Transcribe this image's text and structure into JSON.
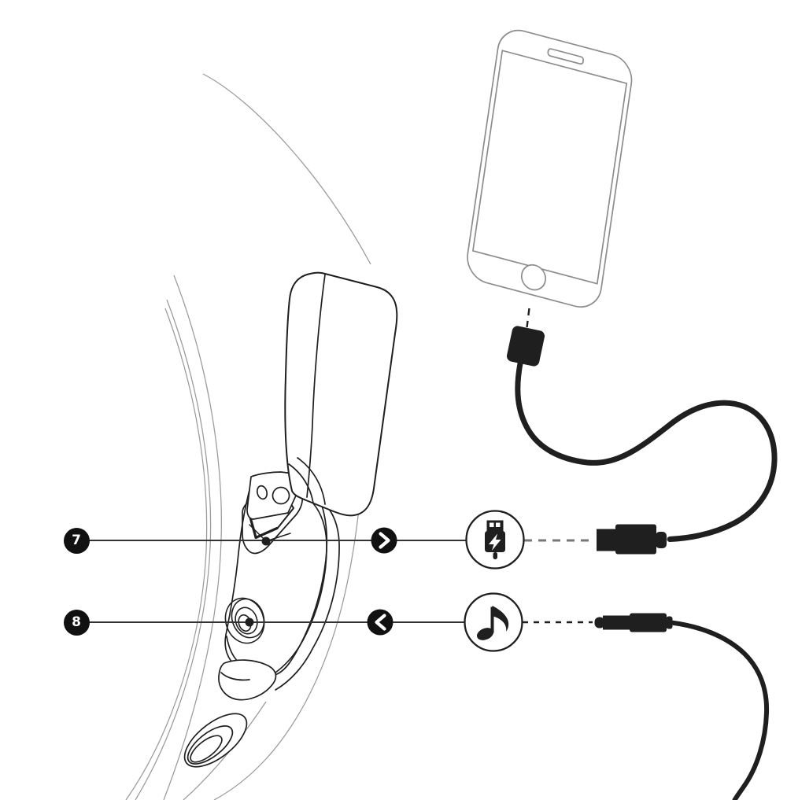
{
  "figure": {
    "type": "instruction-diagram",
    "background": "#ffffff",
    "callouts": [
      {
        "number": "7",
        "points_to": "usb-charging-port",
        "connector_icon": "usb-charge-icon",
        "plug_chevron": "right"
      },
      {
        "number": "8",
        "points_to": "audio-jack-port",
        "connector_icon": "music-note-icon",
        "plug_chevron": "left"
      }
    ],
    "icons": {
      "usb_charge": "usb-plug-with-lightning-bolt",
      "music_note": "eighth-note"
    },
    "illustrations": [
      "device-side-panel-with-open-rubber-cover",
      "smartphone-outline",
      "usb-charging-cable",
      "audio-jack-cable"
    ],
    "colors": {
      "line": "#1f1f1f",
      "thin_line": "#9a9a9a",
      "badge_background": "#111111",
      "badge_text": "#ffffff",
      "phone_outline": "#8c8c8c",
      "background": "#ffffff"
    }
  }
}
